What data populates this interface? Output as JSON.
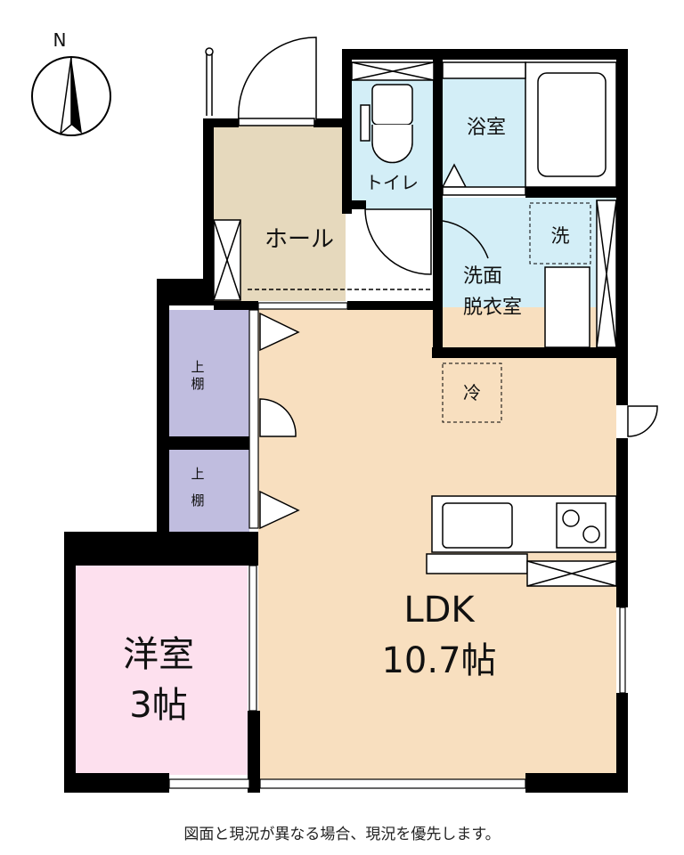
{
  "compass": {
    "label": "N"
  },
  "rooms": {
    "hall": "ホール",
    "toilet": "トイレ",
    "bath": "浴室",
    "washroom_line1": "洗面",
    "washroom_line2": "脱衣室",
    "washer": "洗",
    "fridge": "冷",
    "closet1_line1": "上",
    "closet1_line2": "棚",
    "closet2_line1": "上",
    "closet2_line2": "棚",
    "ldk_name": "LDK",
    "ldk_size": "10.7帖",
    "western_name": "洋室",
    "western_size": "3帖"
  },
  "colors": {
    "hall": "#e6d9bd",
    "wet": "#d3eef7",
    "ldk": "#f8dfbf",
    "closet": "#c0bddf",
    "western": "#fde0ee",
    "wall": "#000000"
  },
  "footer": {
    "note": "図面と現況が異なる場合、現況を優先します。"
  }
}
